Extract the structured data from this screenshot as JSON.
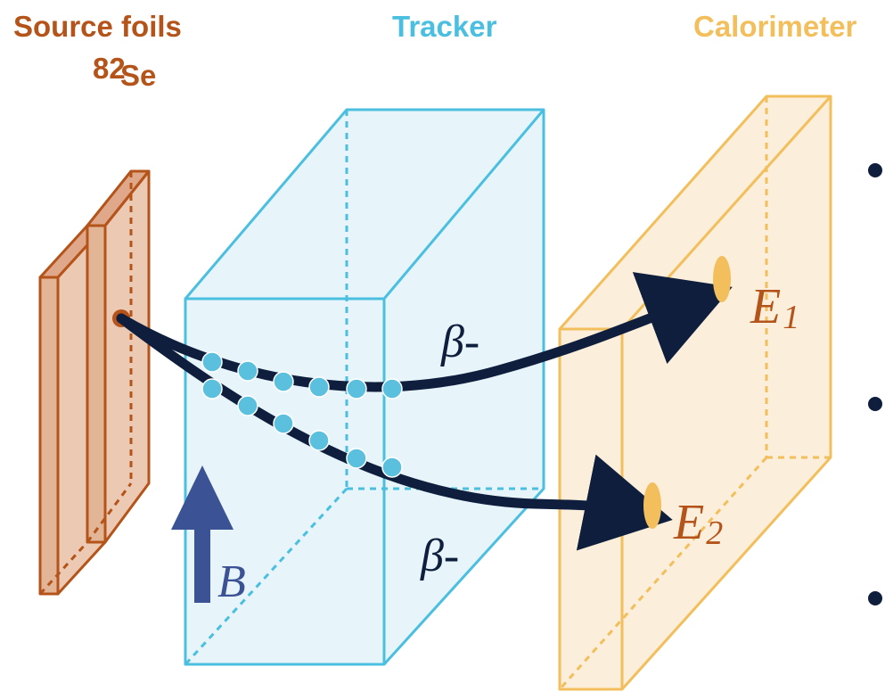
{
  "labels": {
    "source_title": "Source foils",
    "source_isotope_mass": "82",
    "source_isotope_symbol": "Se",
    "tracker_title": "Tracker",
    "calorimeter_title": "Calorimeter"
  },
  "symbols": {
    "beta_top": "β-",
    "beta_bottom": "β-",
    "magnetic_field": "B",
    "energy_1_base": "E",
    "energy_1_sub": "1",
    "energy_2_base": "E",
    "energy_2_sub": "2"
  },
  "bullets_count": 3,
  "colors": {
    "source": "#b5541a",
    "source_fill": "#e9c4ae",
    "tracker": "#4bbfe0",
    "tracker_fill": "#e4f3fa",
    "calorimeter": "#f2bf5c",
    "calorimeter_fill": "#fbecd6",
    "track": "#0f1e3d",
    "hit": "#5bc0de",
    "field_arrow": "#3b5294",
    "math_text": "#0f1e3d",
    "energy_text": "#b5541a"
  }
}
